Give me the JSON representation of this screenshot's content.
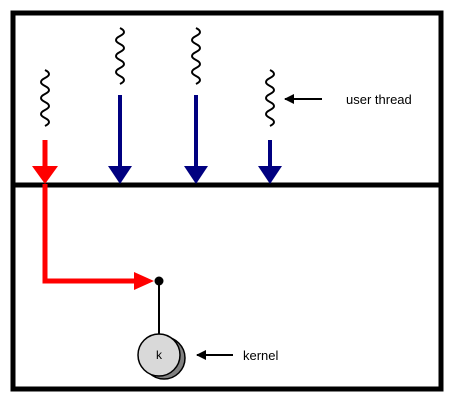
{
  "diagram": {
    "labels": {
      "user_thread": "user thread",
      "kernel": "kernel",
      "kernel_thread": "k"
    },
    "colors": {
      "frame": "#000000",
      "active_flow": "#ff0000",
      "thread_arrow": "#000080",
      "kernel_fill": "#d9d9d9",
      "kernel_shadow": "#808080"
    },
    "user_threads": [
      {
        "id": "thread-1",
        "state": "active"
      },
      {
        "id": "thread-2",
        "state": "waiting"
      },
      {
        "id": "thread-3",
        "state": "waiting"
      },
      {
        "id": "thread-4",
        "state": "waiting"
      }
    ]
  }
}
